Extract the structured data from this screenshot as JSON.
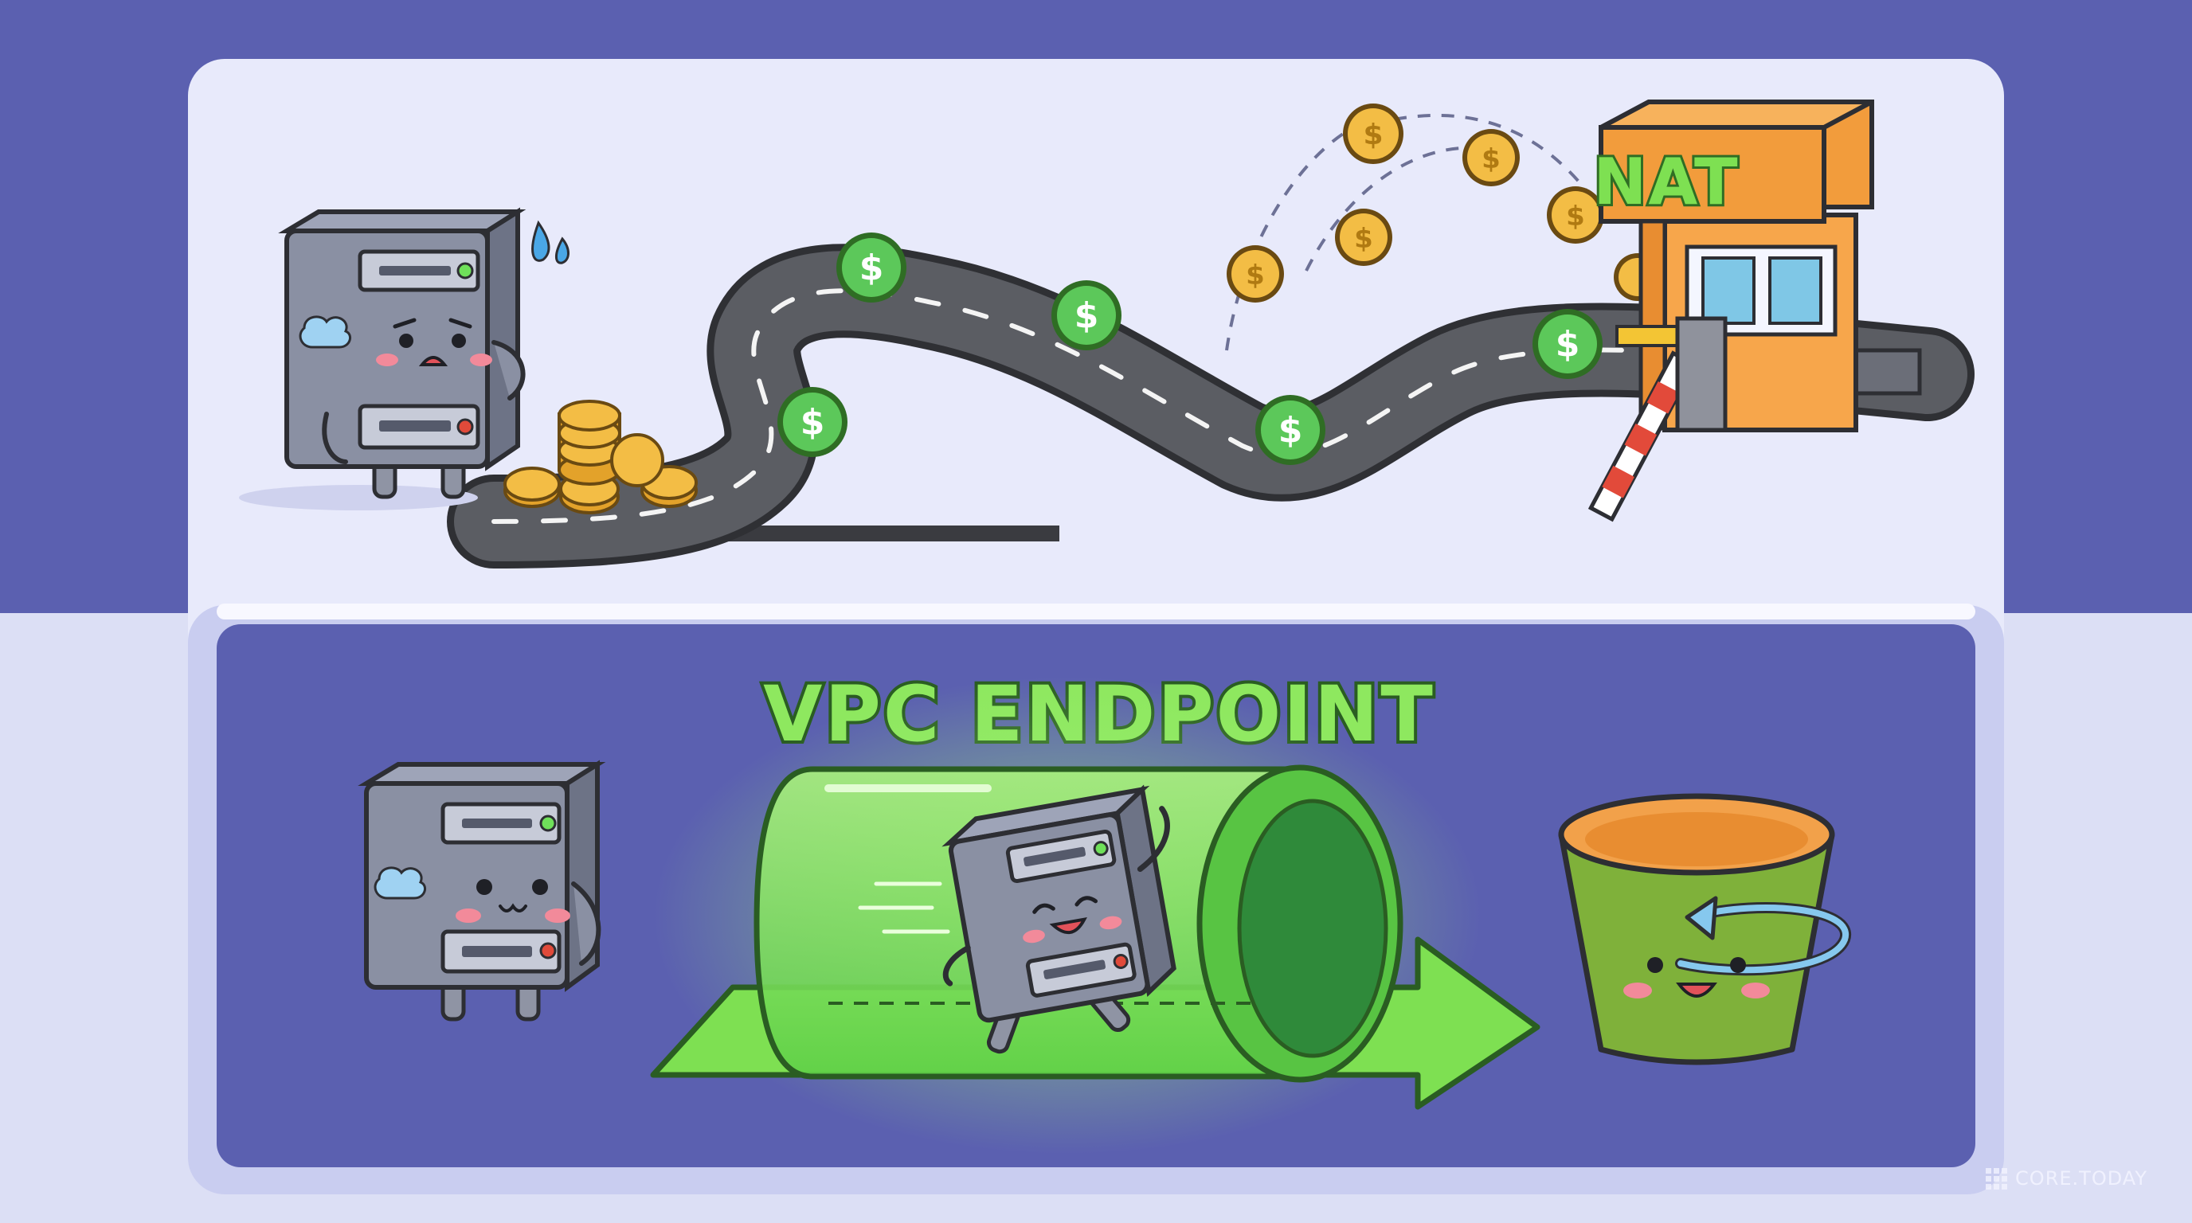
{
  "labels": {
    "nat": "NAT",
    "vpc_endpoint": "VPC ENDPOINT"
  },
  "watermark": {
    "text": "CORE.TODAY"
  },
  "colors": {
    "frame": "#5b60b0",
    "top_panel": "#e8eafb",
    "bottom_panel": "#5b60b0",
    "road": "#5b5d63",
    "coin_gold": "#f0b43a",
    "coin_green": "#5cc85a",
    "tunnel": "#8ee85f",
    "bucket": "#7fb13a",
    "booth": "#f7a64b"
  },
  "icons": {
    "server_sad": "server-sad-icon",
    "server_happy": "server-happy-icon",
    "server_running": "server-running-icon",
    "bucket": "s3-bucket-icon",
    "nat_booth": "nat-gateway-booth-icon"
  }
}
